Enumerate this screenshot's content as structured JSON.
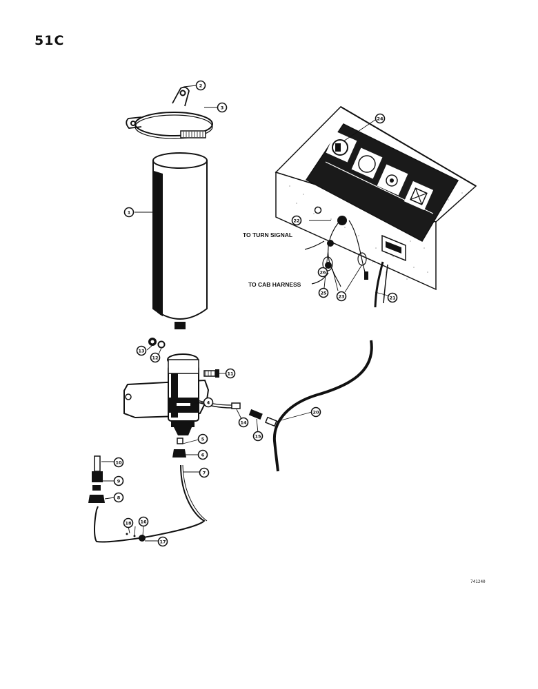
{
  "page": {
    "number": "51C",
    "figure_id": "741240"
  },
  "callout_texts": {
    "turn_signal": "TO TURN SIGNAL",
    "cab_harness": "TO CAB HARNESS"
  },
  "parts": [
    "1",
    "2",
    "3",
    "4",
    "5",
    "6",
    "7",
    "8",
    "9",
    "10",
    "11",
    "12",
    "13",
    "14",
    "15",
    "16",
    "17",
    "18",
    "20",
    "21",
    "22",
    "23",
    "24",
    "25",
    "26"
  ],
  "colors": {
    "ink": "#111111",
    "paper": "#ffffff",
    "panel_fill": "#1a1a1a"
  }
}
